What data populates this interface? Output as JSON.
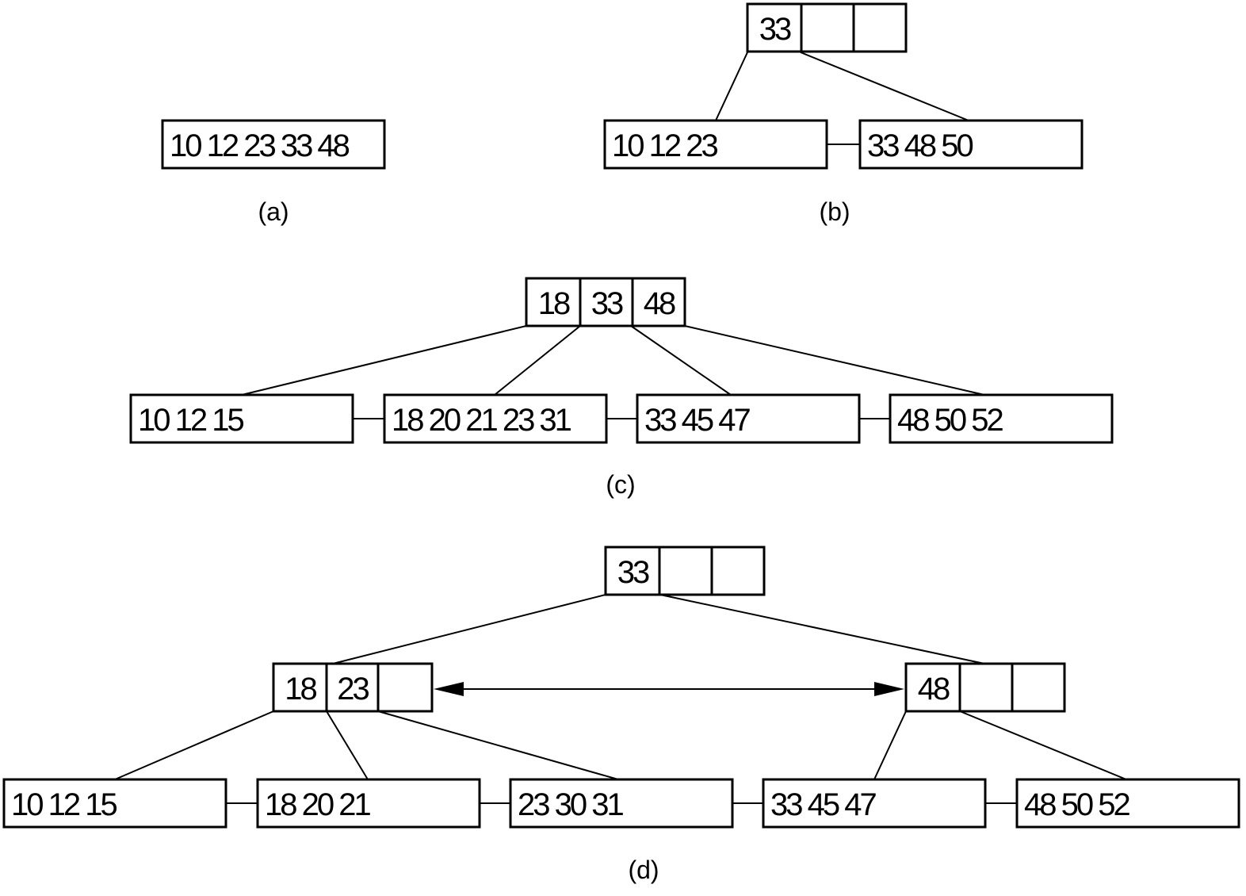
{
  "panels": [
    {
      "label": "(a)",
      "leaves": [
        "10 12 23 33 48"
      ]
    },
    {
      "label": "(b)",
      "root": [
        "33",
        "",
        ""
      ],
      "leaves": [
        "10 12 23",
        "33 48 50"
      ]
    },
    {
      "label": "(c)",
      "root": [
        "18",
        "33",
        "48"
      ],
      "leaves": [
        "10 12 15",
        "18 20 21 23 31",
        "33 45 47",
        "48 50 52"
      ]
    },
    {
      "label": "(d)",
      "root": [
        "33",
        "",
        ""
      ],
      "internal": [
        [
          "18",
          "23",
          ""
        ],
        [
          "48",
          "",
          ""
        ]
      ],
      "leaves": [
        "10 12 15",
        "18 20 21",
        "23 30 31",
        "33 45 47",
        "48 50 52"
      ]
    }
  ]
}
